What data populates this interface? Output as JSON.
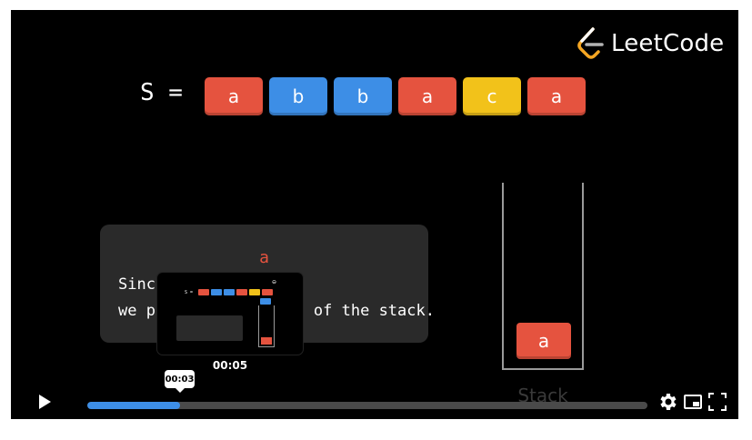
{
  "video": {
    "brand_name": "LeetCode",
    "s_label": "S =",
    "string_chars": [
      {
        "letter": "a",
        "color": "#e5533f"
      },
      {
        "letter": "b",
        "color": "#3d8ee6"
      },
      {
        "letter": "b",
        "color": "#3d8ee6"
      },
      {
        "letter": "a",
        "color": "#e5533f"
      },
      {
        "letter": "c",
        "color": "#f2c21a"
      },
      {
        "letter": "a",
        "color": "#e5533f"
      }
    ],
    "message_char": "a",
    "message_line_1": "Since          mpty,",
    "message_line_2": "we pu                of the stack.",
    "stack_item": "a",
    "stack_label": "Stack"
  },
  "preview": {
    "time": "00:05"
  },
  "controls": {
    "tooltip_time": "00:03",
    "progress_fraction": 0.166,
    "icons": [
      "play-icon",
      "gear-icon",
      "picture-in-picture-icon",
      "fullscreen-icon"
    ]
  },
  "colors": {
    "accent": "#3d8ee6",
    "red": "#e5533f",
    "yellow": "#f2c21a"
  }
}
